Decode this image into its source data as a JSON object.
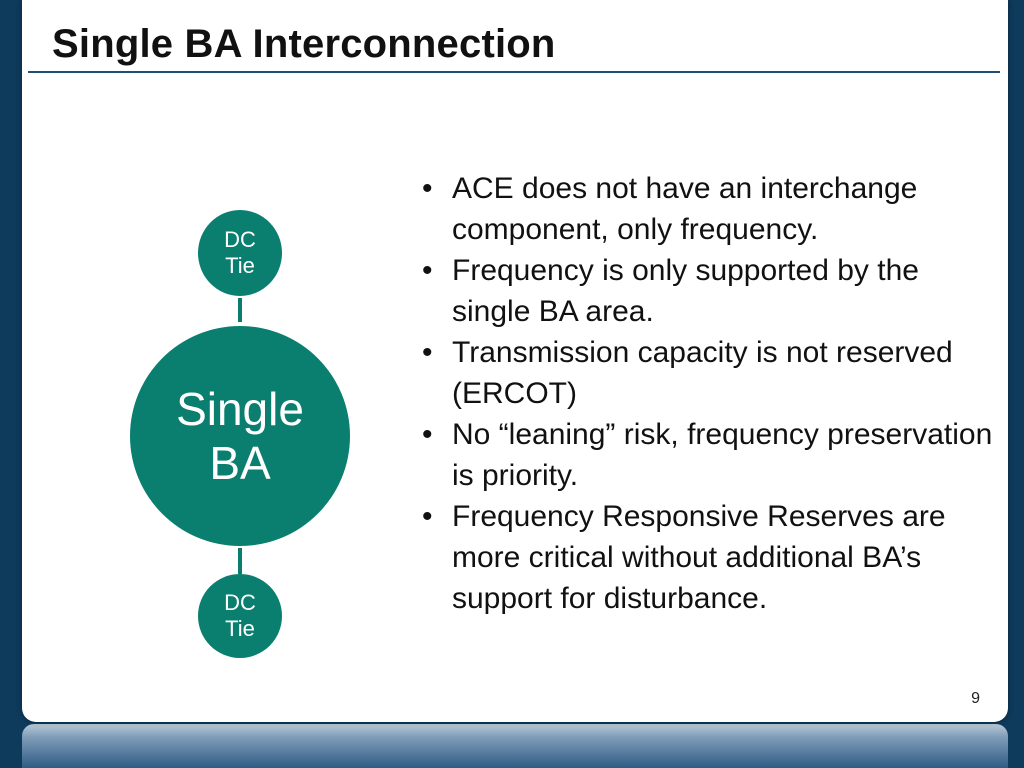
{
  "slide": {
    "title": "Single BA Interconnection",
    "page_number": "9"
  },
  "diagram": {
    "top_node": {
      "line1": "DC",
      "line2": "Tie"
    },
    "center_node": {
      "line1": "Single",
      "line2": "BA"
    },
    "bottom_node": {
      "line1": "DC",
      "line2": "Tie"
    },
    "node_color": "#0a7f6f"
  },
  "bullets": [
    "ACE does not have an interchange component, only frequency.",
    "Frequency is only supported by the single BA area.",
    "Transmission capacity is not reserved (ERCOT)",
    "No “leaning” risk, frequency preservation is priority.",
    "Frequency Responsive Reserves are more critical without additional BA’s support for disturbance."
  ]
}
